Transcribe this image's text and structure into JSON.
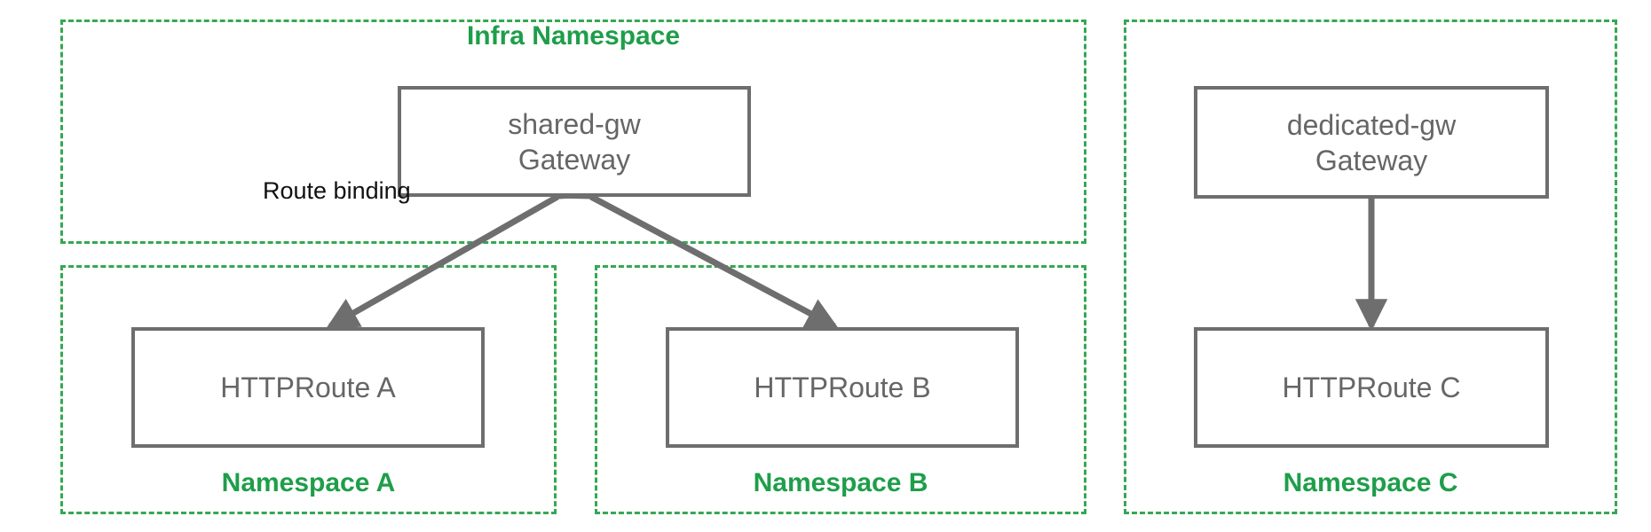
{
  "diagram": {
    "title_colors": {
      "namespace_green": "#1e9e4a",
      "namespace_border_green": "#34a853",
      "node_border_gray": "#6e6e6e",
      "node_text_gray": "#666666",
      "edge_gray": "#6e6e6e",
      "edge_label_black": "#111111",
      "background": "#ffffff"
    },
    "namespaces": [
      {
        "id": "infra",
        "label": "Infra Namespace",
        "label_position": "top-center"
      },
      {
        "id": "ns-a",
        "label": "Namespace A",
        "label_position": "bottom-center"
      },
      {
        "id": "ns-b",
        "label": "Namespace B",
        "label_position": "bottom-center"
      },
      {
        "id": "ns-c",
        "label": "Namespace C",
        "label_position": "bottom-center"
      }
    ],
    "nodes": [
      {
        "id": "shared-gw",
        "line1": "shared-gw",
        "line2": "Gateway",
        "text": "shared-gw\nGateway",
        "namespace": "infra"
      },
      {
        "id": "dedicated-gw",
        "line1": "dedicated-gw",
        "line2": "Gateway",
        "text": "dedicated-gw\nGateway",
        "namespace": "ns-c"
      },
      {
        "id": "httproute-a",
        "text": "HTTPRoute A",
        "namespace": "ns-a"
      },
      {
        "id": "httproute-b",
        "text": "HTTPRoute B",
        "namespace": "ns-b"
      },
      {
        "id": "httproute-c",
        "text": "HTTPRoute C",
        "namespace": "ns-c"
      }
    ],
    "edges": [
      {
        "id": "edge-a",
        "from": "shared-gw",
        "to": "httproute-a",
        "arrow": "double",
        "label": "Route binding"
      },
      {
        "id": "edge-b",
        "from": "shared-gw",
        "to": "httproute-b",
        "arrow": "double",
        "label": ""
      },
      {
        "id": "edge-c",
        "from": "dedicated-gw",
        "to": "httproute-c",
        "arrow": "double",
        "label": ""
      }
    ],
    "edge_labels": {
      "route_binding": "Route binding"
    }
  }
}
